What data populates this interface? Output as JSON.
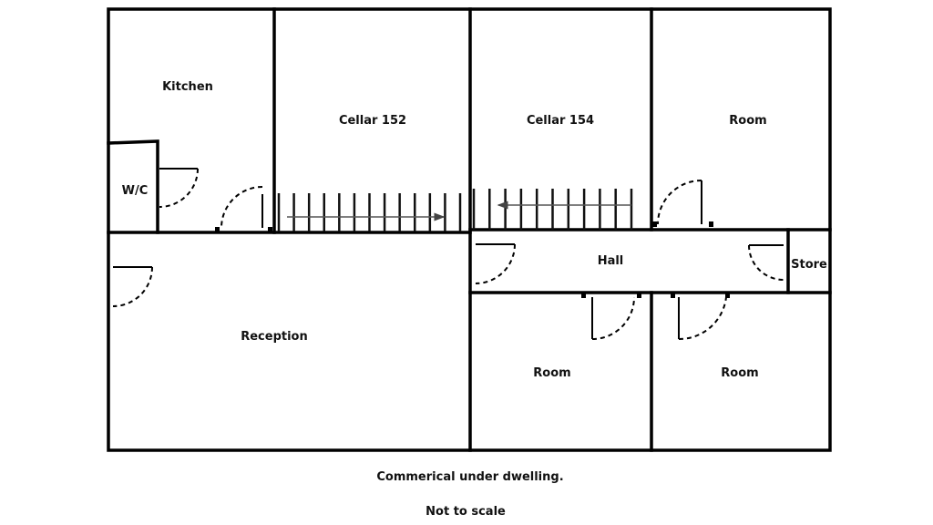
{
  "rooms": {
    "kitchen": "Kitchen",
    "wc": "W/C",
    "cellar_152": "Cellar 152",
    "cellar_154": "Cellar 154",
    "room_top_right": "Room",
    "hall": "Hall",
    "store": "Store",
    "reception": "Reception",
    "room_bottom_left": "Room",
    "room_bottom_right": "Room"
  },
  "captions": {
    "description": "Commerical under dwelling.",
    "scale_note": "Not to scale"
  },
  "colors": {
    "wall": "#000000",
    "stair_arrow": "#555555"
  }
}
